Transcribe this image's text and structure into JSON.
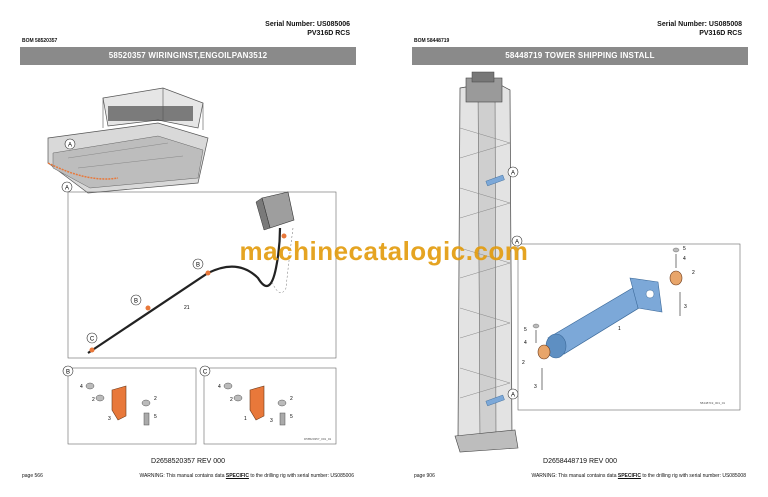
{
  "left": {
    "serial_line1": "Serial Number: US085006",
    "serial_line2": "PV316D RCS",
    "bom": "BOM 58520357",
    "title": "58520357 WIRINGINST,ENGOILPAN3512",
    "callouts": {
      "main": "A",
      "b1": "B",
      "b2": "B",
      "c": "C",
      "detail_a": "A",
      "detail_b": "B",
      "detail_c": "C",
      "part21": "21",
      "b_items": [
        "4",
        "2",
        "2",
        "3",
        "5"
      ],
      "c_items": [
        "4",
        "2",
        "2",
        "1",
        "3",
        "5"
      ]
    },
    "fig_code": "D58520357_001_01",
    "doc_number": "D2658520357 REV 000",
    "page": "page 566",
    "warning_prefix": "WARNING:  This manual contains data ",
    "warning_bold": "SPECIFIC",
    "warning_suffix": " to the drilling rig with serial number: US085006"
  },
  "right": {
    "serial_line1": "Serial Number: US085008",
    "serial_line2": "PV316D RCS",
    "bom": "BOM 58448719",
    "title": "58448719 TOWER SHIPPING INSTALL",
    "callouts": {
      "a1": "A",
      "a2": "A",
      "detail": "A",
      "items": [
        "5",
        "4",
        "2",
        "1",
        "3",
        "2",
        "5",
        "4",
        "3"
      ]
    },
    "fig_code": "58448719_001_01",
    "doc_number": "D2658448719 REV 000",
    "page": "page 906",
    "warning_prefix": "WARNING:  This manual contains data ",
    "warning_bold": "SPECIFIC",
    "warning_suffix": " to the drilling rig with serial number: US085008"
  },
  "watermark": "machinecatalogic.com",
  "colors": {
    "bar": "#8a8a8a",
    "highlight_orange": "#e8783a",
    "tube_blue": "#7ca8d8",
    "watermark": "#e39b0b"
  }
}
